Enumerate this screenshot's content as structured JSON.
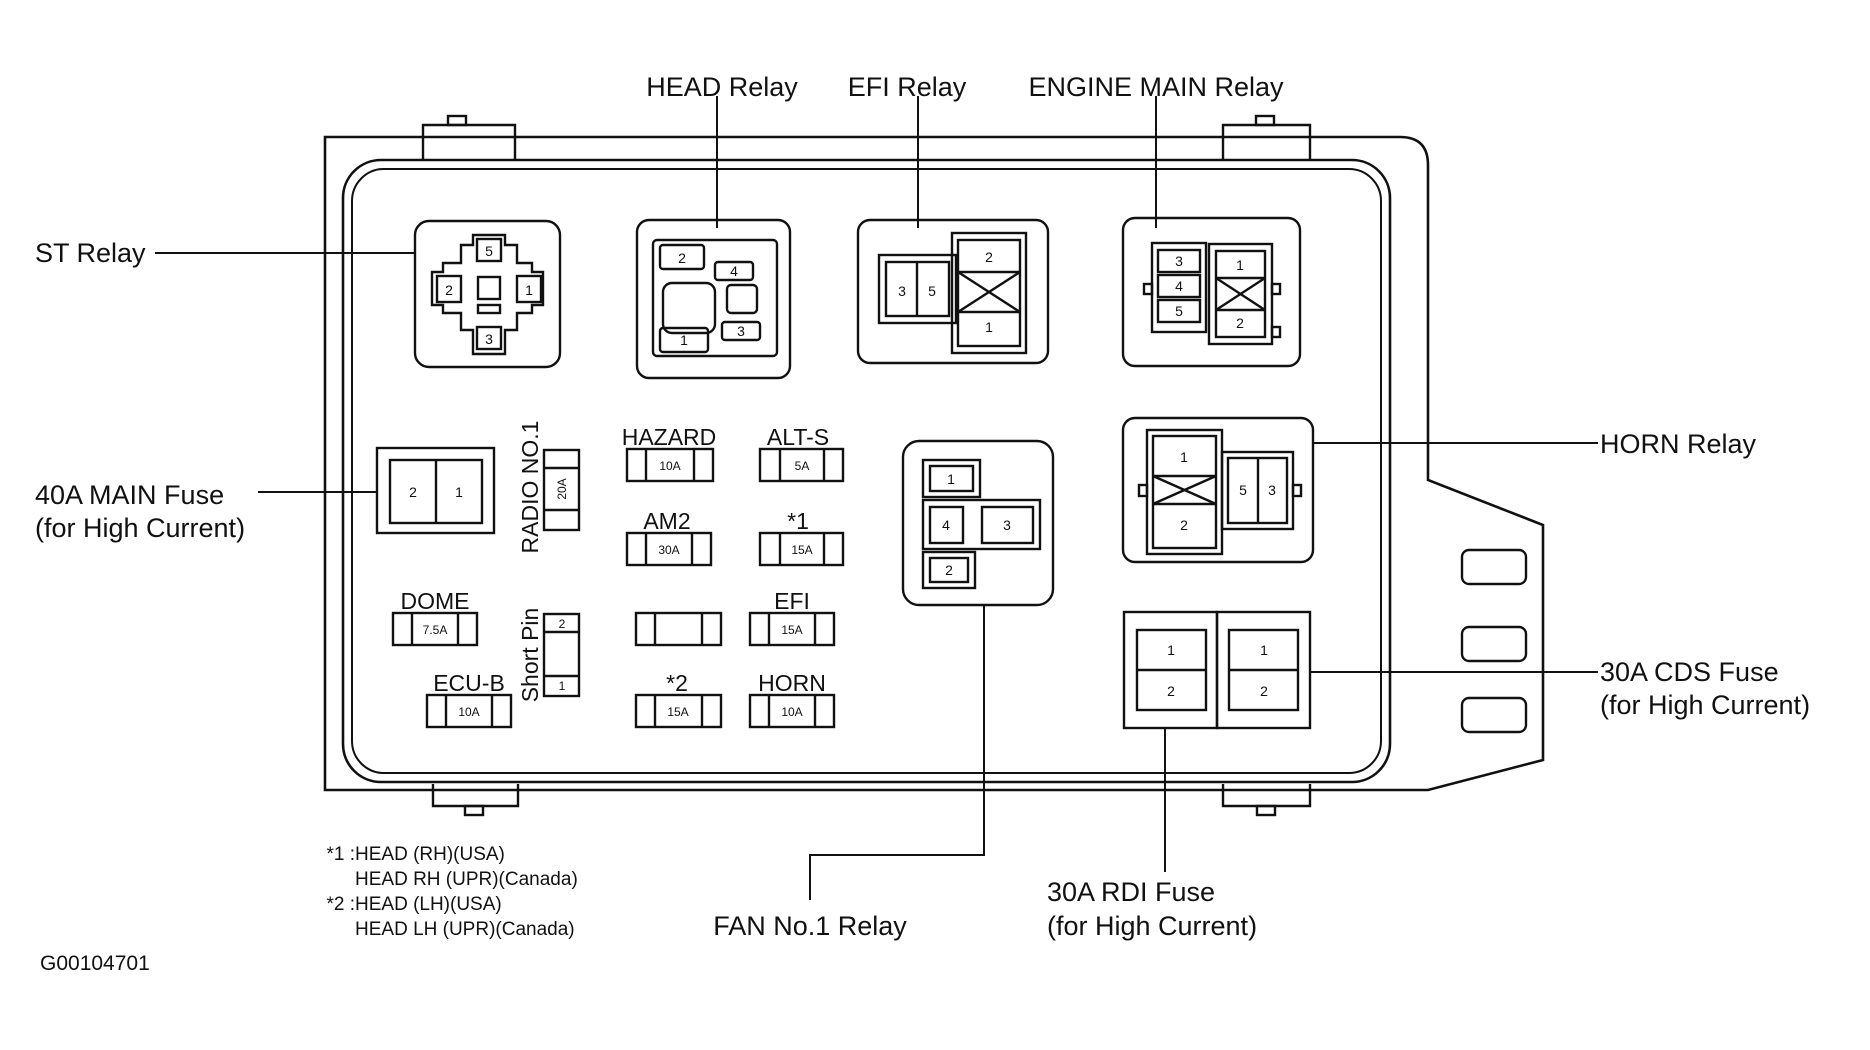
{
  "labels": {
    "head_relay": "HEAD Relay",
    "efi_relay": "EFI Relay",
    "engine_main_relay": "ENGINE MAIN Relay",
    "st_relay": "ST Relay",
    "main_fuse_line1": "40A MAIN Fuse",
    "main_fuse_line2": "(for High Current)",
    "horn_relay": "HORN Relay",
    "cds_fuse_line1": "30A CDS Fuse",
    "cds_fuse_line2": "(for High Current)",
    "rdi_fuse_line1": "30A RDI Fuse",
    "rdi_fuse_line2": "(for High Current)",
    "fan_relay": "FAN No.1 Relay"
  },
  "fuses": {
    "radio_no1": {
      "name": "RADIO NO.1",
      "rating": "20A"
    },
    "hazard": {
      "name": "HAZARD",
      "rating": "10A"
    },
    "alt_s": {
      "name": "ALT-S",
      "rating": "5A"
    },
    "am2": {
      "name": "AM2",
      "rating": "30A"
    },
    "star1": {
      "name": "*1",
      "rating": "15A"
    },
    "dome": {
      "name": "DOME",
      "rating": "7.5A"
    },
    "efi": {
      "name": "EFI",
      "rating": "15A"
    },
    "ecu_b": {
      "name": "ECU-B",
      "rating": "10A"
    },
    "star2": {
      "name": "*2",
      "rating": "15A"
    },
    "horn": {
      "name": "HORN",
      "rating": "10A"
    },
    "short_pin": {
      "name": "Short Pin"
    }
  },
  "pins": {
    "st": [
      "5",
      "2",
      "1",
      "3"
    ],
    "head": [
      "2",
      "4",
      "1",
      "3"
    ],
    "efi": [
      "3",
      "5",
      "2",
      "1"
    ],
    "engine_main": [
      "3",
      "4",
      "5",
      "1",
      "2"
    ],
    "main_fuse": [
      "2",
      "1"
    ],
    "fan": [
      "1",
      "4",
      "3",
      "2"
    ],
    "horn": [
      "1",
      "2",
      "5",
      "3"
    ],
    "rdi": [
      "1",
      "2"
    ],
    "cds": [
      "1",
      "2"
    ],
    "short_pin": [
      "2",
      "1"
    ]
  },
  "notes": {
    "n1_key": "*1 : ",
    "n1_line1": "HEAD (RH)(USA)",
    "n1_line2": "HEAD RH (UPR)(Canada)",
    "n2_key": "*2 : ",
    "n2_line1": "HEAD (LH)(USA)",
    "n2_line2": "HEAD LH (UPR)(Canada)"
  },
  "figure_code": "G00104701"
}
